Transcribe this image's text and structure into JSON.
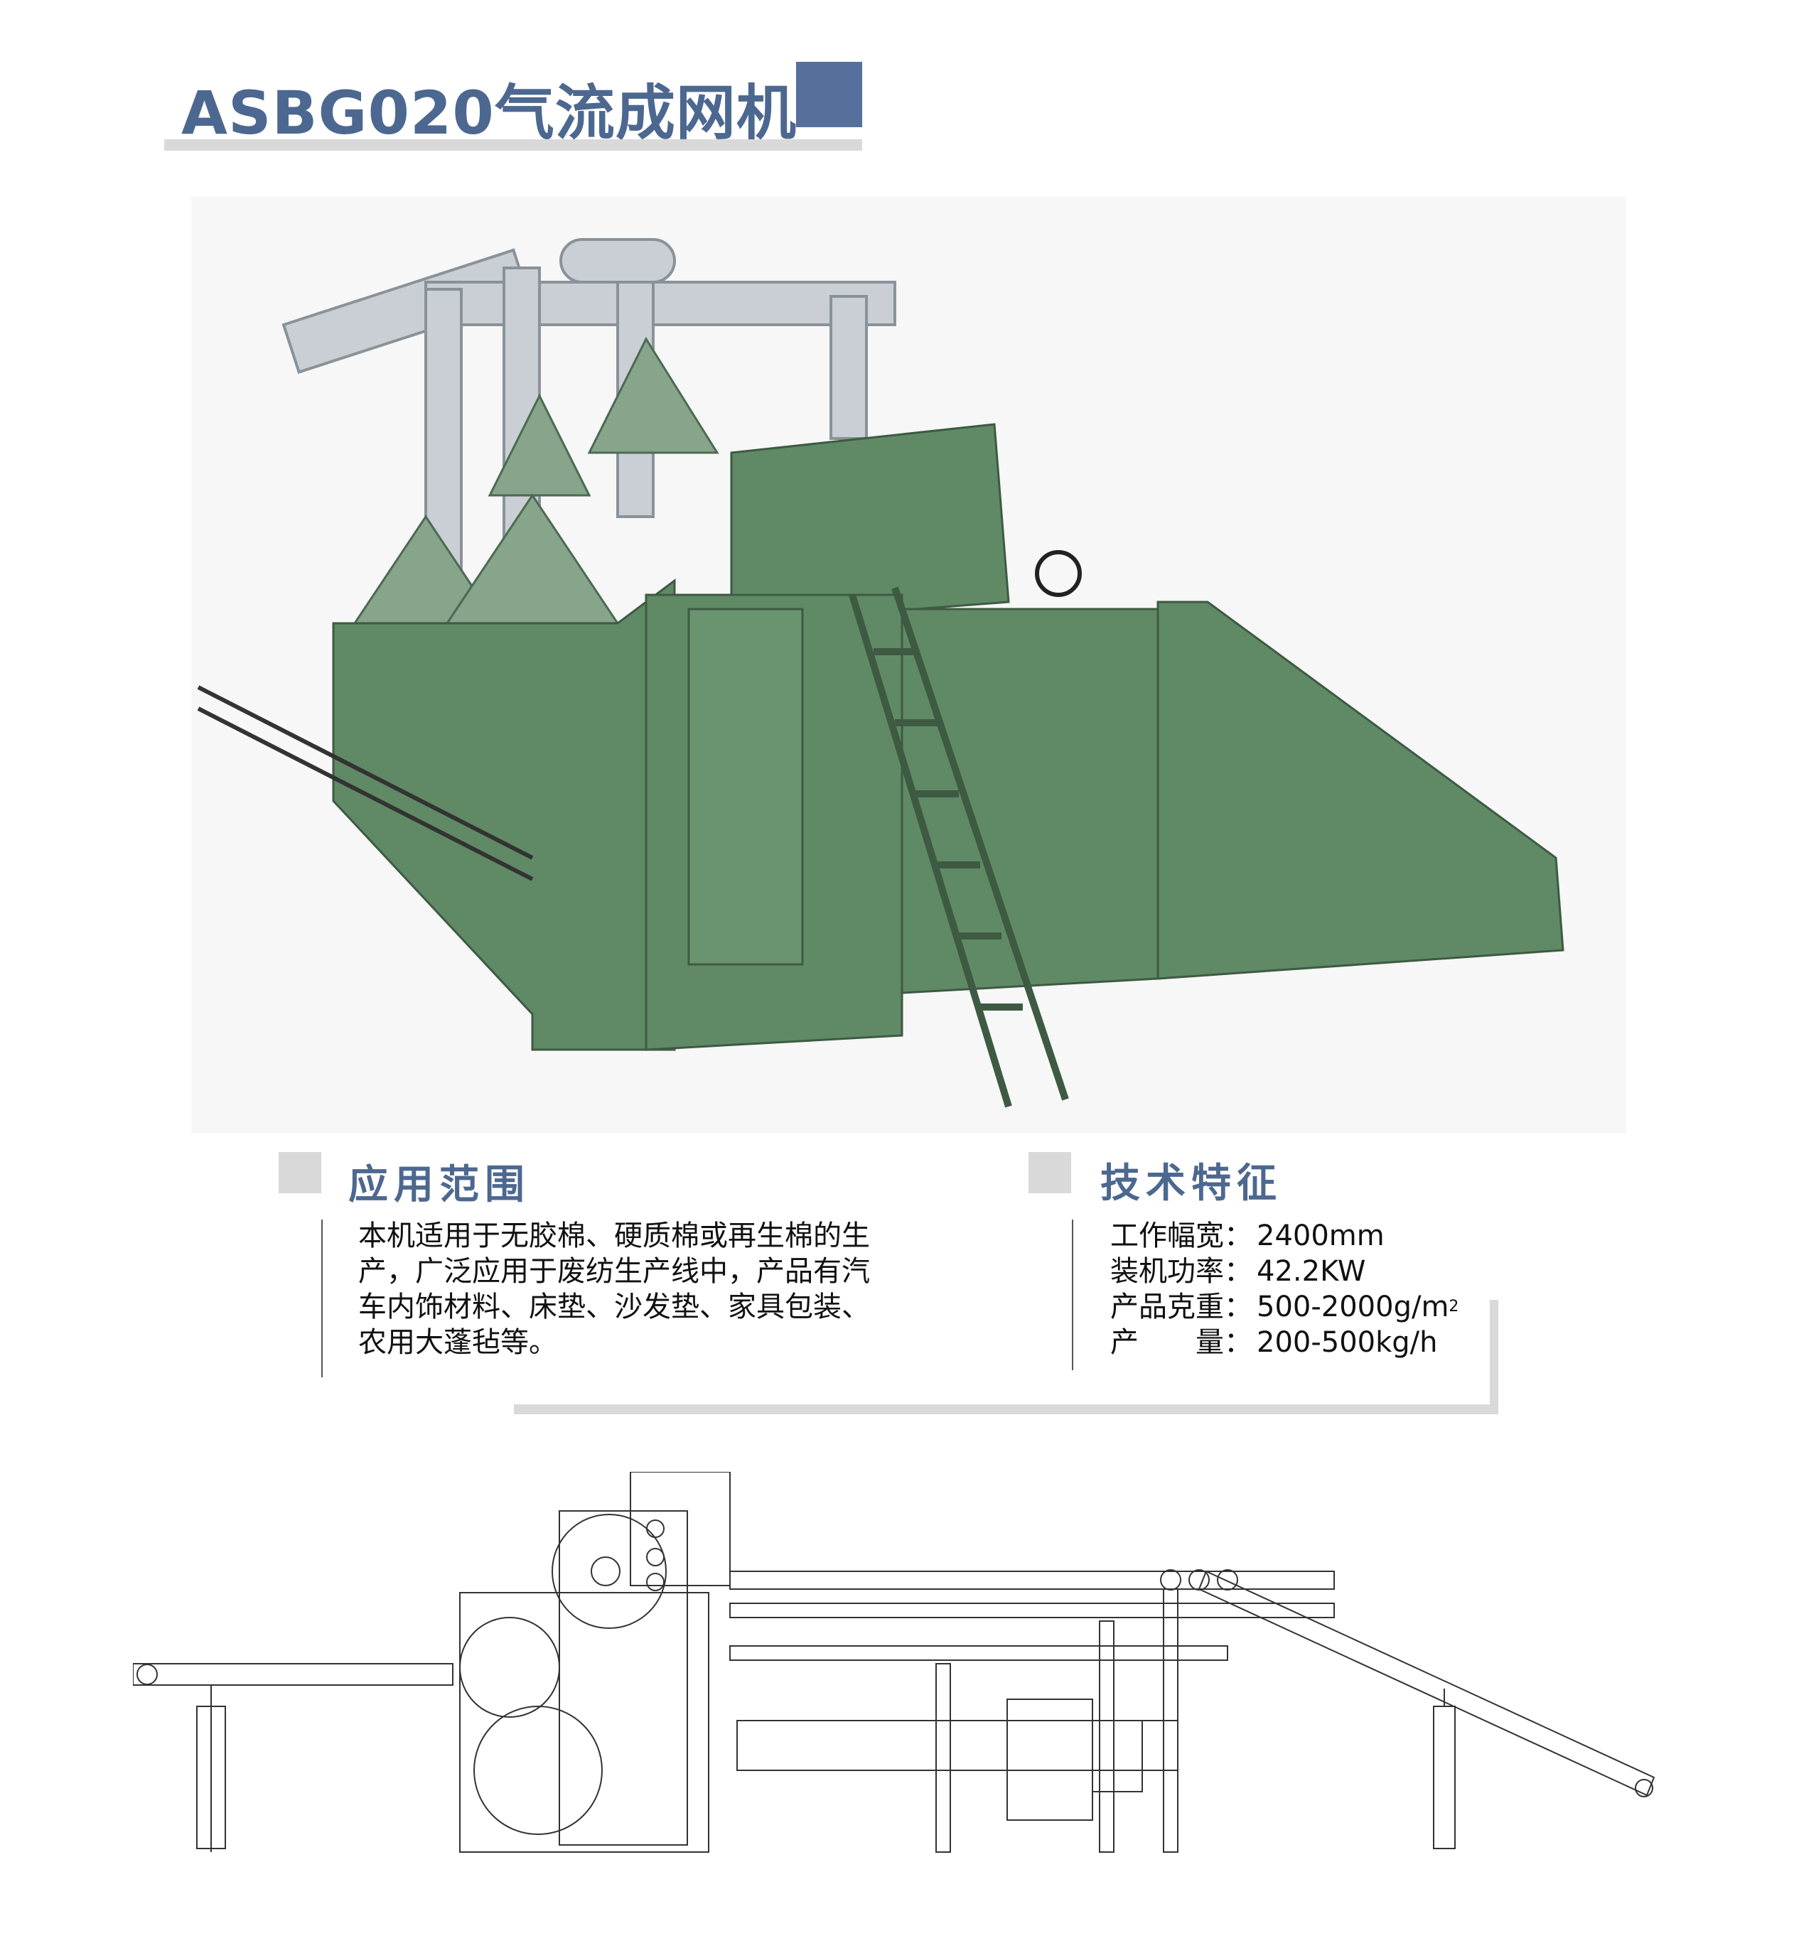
{
  "header": {
    "title": "ASBG020气流成网机"
  },
  "application": {
    "heading": "应用范围",
    "lines": [
      "本机适用于无胶棉、硬质棉或再生棉的生",
      "产，广泛应用于废纺生产线中，产品有汽",
      "车内饰材料、床垫、沙发垫、家具包装、",
      "农用大蓬毡等。"
    ]
  },
  "specs": {
    "heading": "技术特征",
    "items": [
      {
        "label": "工作幅宽：",
        "value": "2400mm",
        "sup": ""
      },
      {
        "label": "装机功率：",
        "value": "42.2KW",
        "sup": ""
      },
      {
        "label": "产品克重：",
        "value": "500-2000g/m",
        "sup": "2"
      },
      {
        "label": "产　　量：",
        "value": "200-500kg/h",
        "sup": ""
      }
    ]
  },
  "colors": {
    "accent": "#4d6890",
    "machine_green": "#5f8a65",
    "gray": "#d9d9d9"
  }
}
